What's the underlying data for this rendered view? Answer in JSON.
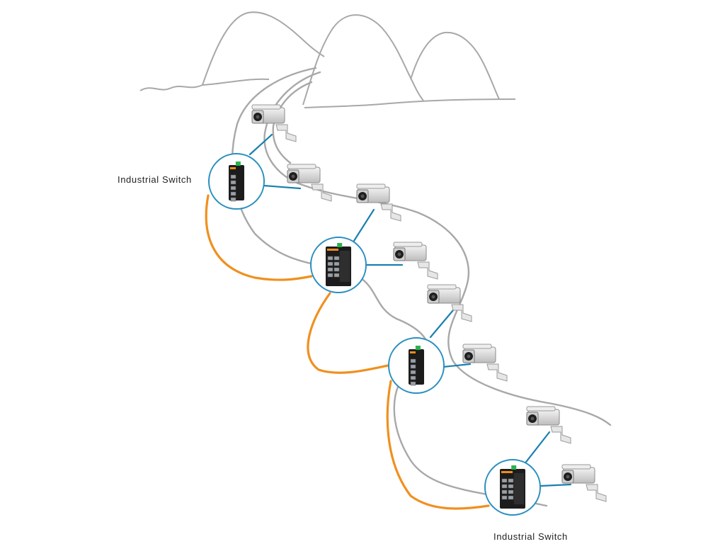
{
  "labels": {
    "switch_top": "Industrial Switch",
    "switch_bottom": "Industrial Switch"
  },
  "colors": {
    "road": "#a8a8a8",
    "ring_link": "#f0901e",
    "camera_link": "#1a7fb0",
    "node_border": "#2a8fc0",
    "switch_body": "#1c1c1c",
    "switch_accent": "#f28c1c",
    "switch_terminal": "#2bb24c",
    "camera_body": "#d6d6d6"
  },
  "icons": {
    "switch": "industrial-switch-icon",
    "camera": "cctv-camera-icon",
    "mountains": "mountain-outline"
  },
  "network": {
    "switches": [
      {
        "id": "sw1",
        "model": "5-port"
      },
      {
        "id": "sw2",
        "model": "8-port"
      },
      {
        "id": "sw3",
        "model": "5-port"
      },
      {
        "id": "sw4",
        "model": "8-port"
      }
    ],
    "cameras": [
      {
        "id": "cam1",
        "uplink": "sw1"
      },
      {
        "id": "cam2",
        "uplink": "sw1"
      },
      {
        "id": "cam3",
        "uplink": "sw2"
      },
      {
        "id": "cam4",
        "uplink": "sw2"
      },
      {
        "id": "cam5",
        "uplink": "sw3"
      },
      {
        "id": "cam6",
        "uplink": "sw3"
      },
      {
        "id": "cam7",
        "uplink": "sw4"
      },
      {
        "id": "cam8",
        "uplink": "sw4"
      }
    ],
    "ring_links": [
      [
        "sw1",
        "sw2"
      ],
      [
        "sw2",
        "sw3"
      ],
      [
        "sw3",
        "sw4"
      ]
    ]
  }
}
